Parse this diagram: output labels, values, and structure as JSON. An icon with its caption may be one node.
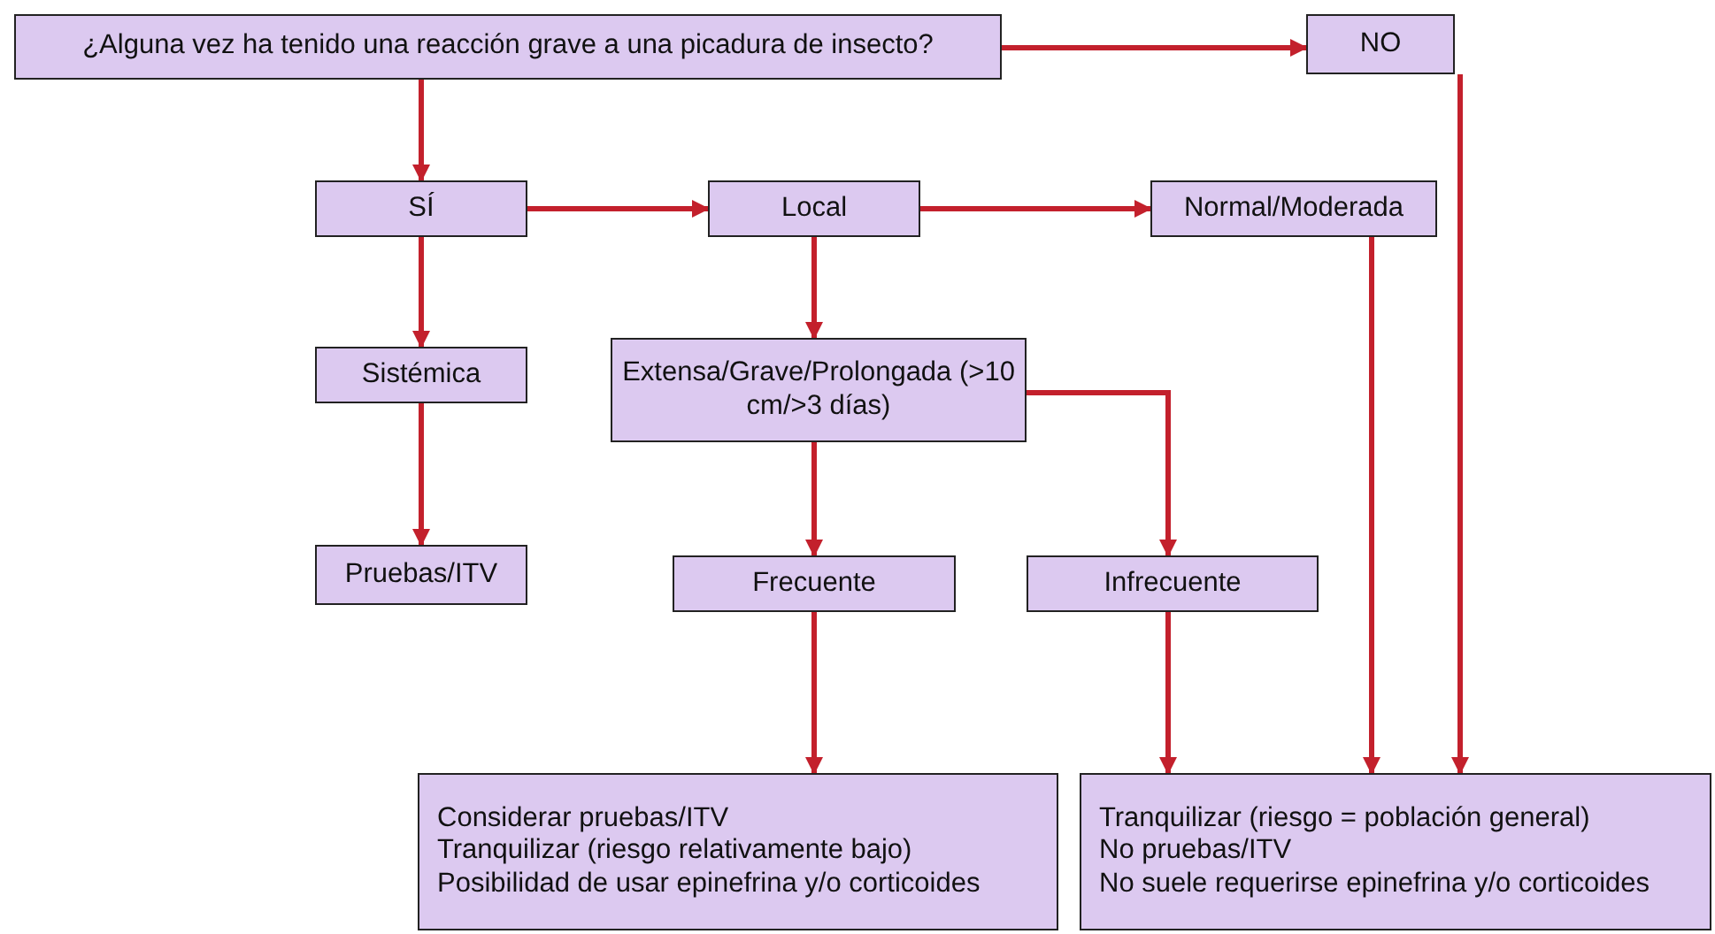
{
  "diagram": {
    "nodes": [
      {
        "text": [
          "¿Alguna vez ha tenido una reacción grave a una picadura de insecto?"
        ]
      },
      {
        "text": [
          "NO"
        ]
      },
      {
        "text": [
          "SÍ"
        ]
      },
      {
        "text": [
          "Local"
        ]
      },
      {
        "text": [
          "Normal/Moderada"
        ]
      },
      {
        "text": [
          "Sistémica"
        ]
      },
      {
        "text": [
          "Extensa/Grave/Prolongada (>10 cm/>3 días)"
        ]
      },
      {
        "text": [
          "Pruebas/ITV"
        ]
      },
      {
        "text": [
          "Frecuente"
        ]
      },
      {
        "text": [
          "Infrecuente"
        ]
      },
      {
        "text": [
          "Considerar pruebas/ITV",
          "Tranquilizar (riesgo relativamente bajo)",
          "Posibilidad de usar epinefrina y/o corticoides"
        ]
      },
      {
        "text": [
          "Tranquilizar (riesgo = población general)",
          "No pruebas/ITV",
          "No suele requerirse epinefrina y/o corticoides"
        ]
      }
    ],
    "edges": [
      {
        "from": 0,
        "to": 1,
        "arrow": "to"
      },
      {
        "from": 0,
        "to": 2,
        "arrow": "to"
      },
      {
        "from": 2,
        "to": 3,
        "arrow": "to"
      },
      {
        "from": 3,
        "to": 4,
        "arrow": "to"
      },
      {
        "from": 2,
        "to": 5,
        "arrow": "to"
      },
      {
        "from": 3,
        "to": 6,
        "arrow": "to"
      },
      {
        "from": 5,
        "to": 7,
        "arrow": "to"
      },
      {
        "from": 6,
        "to": 8,
        "arrow": "to"
      },
      {
        "from": 6,
        "to": 9,
        "arrow": "to"
      },
      {
        "from": 8,
        "to": 10,
        "arrow": "to"
      },
      {
        "from": 9,
        "to": 11,
        "arrow": "to"
      },
      {
        "from": 4,
        "to": 11,
        "arrow": "to"
      },
      {
        "from": 1,
        "to": 11,
        "arrow": "to"
      }
    ]
  }
}
